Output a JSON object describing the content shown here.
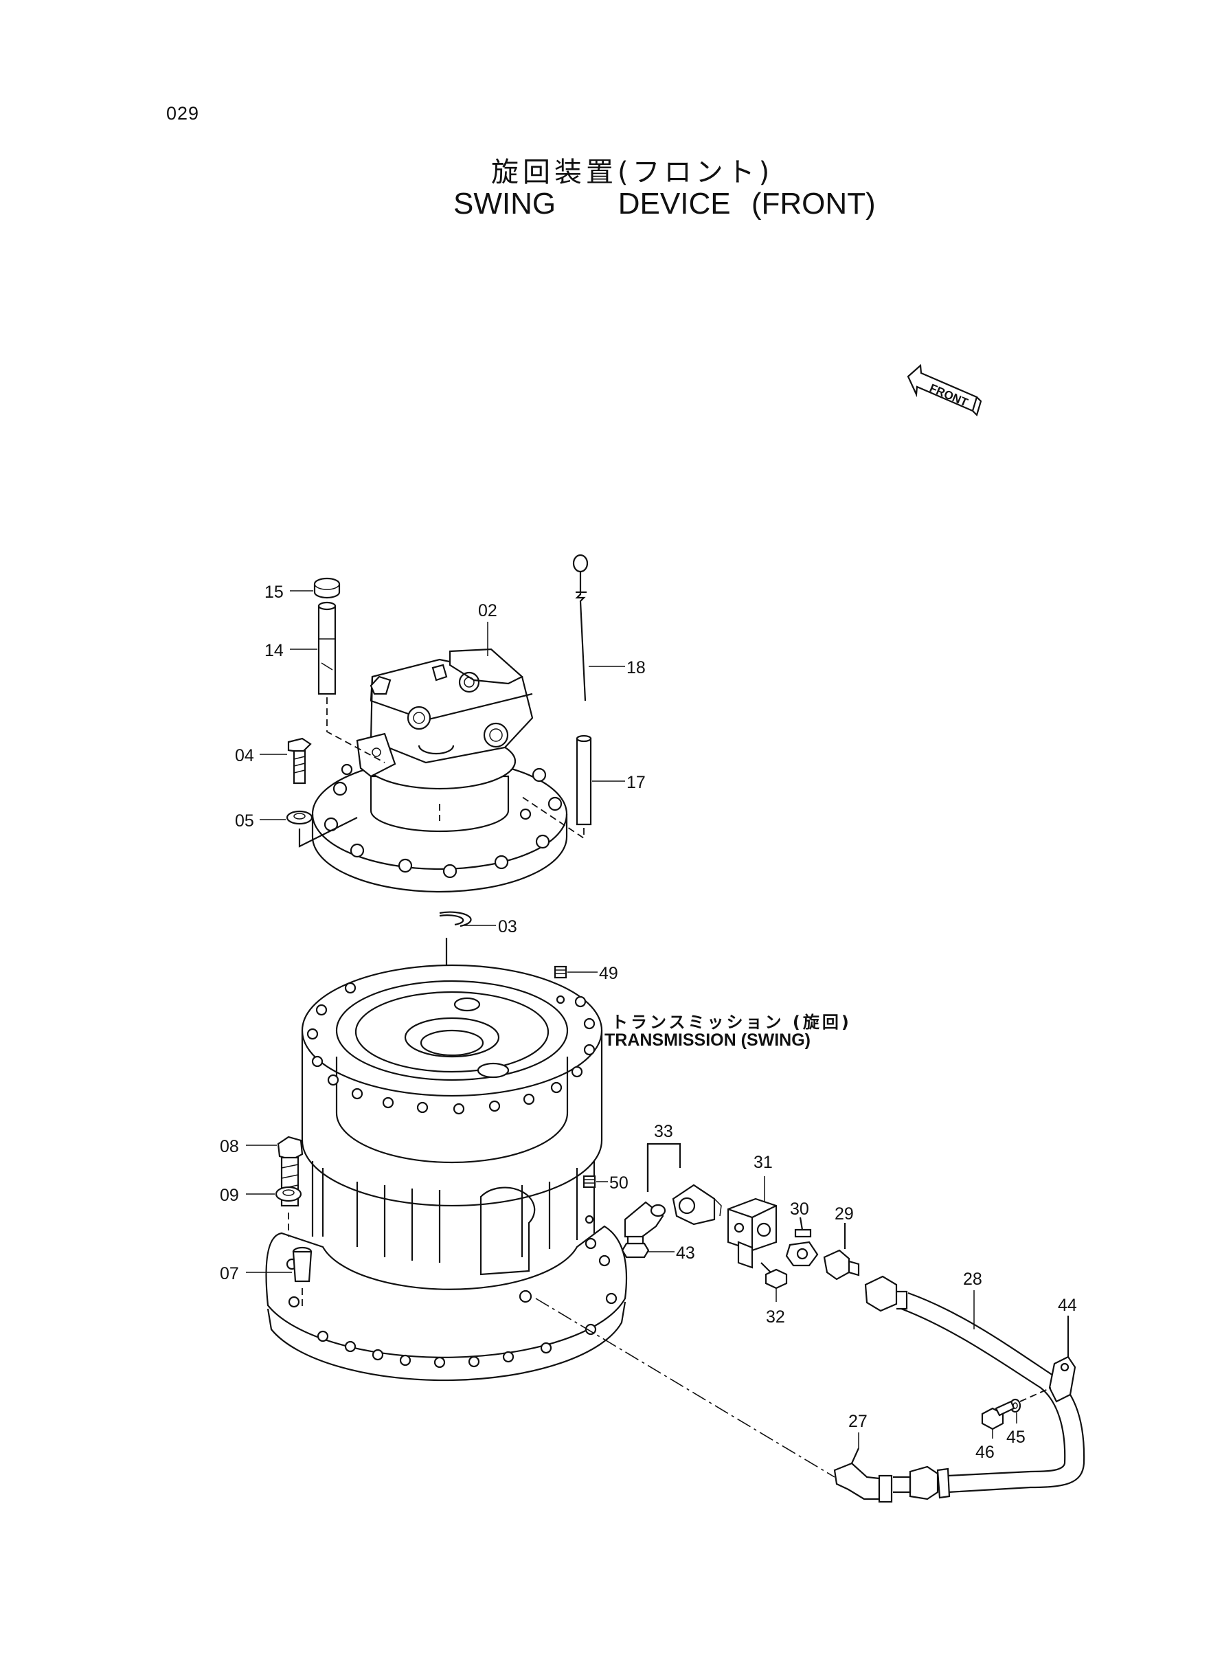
{
  "page_number": "029",
  "title": {
    "japanese": "旋回装置(フロント)",
    "english": "SWING   DEVICE (FRONT)"
  },
  "front_indicator": "FRONT",
  "assembly_label": {
    "japanese": "トランスミッション (旋回)",
    "english": "TRANSMISSION (SWING)"
  },
  "callouts": [
    "15",
    "14",
    "02",
    "18",
    "04",
    "05",
    "17",
    "03",
    "49",
    "08",
    "09",
    "07",
    "33",
    "31",
    "30",
    "29",
    "50",
    "43",
    "32",
    "28",
    "44",
    "27",
    "45",
    "46"
  ]
}
